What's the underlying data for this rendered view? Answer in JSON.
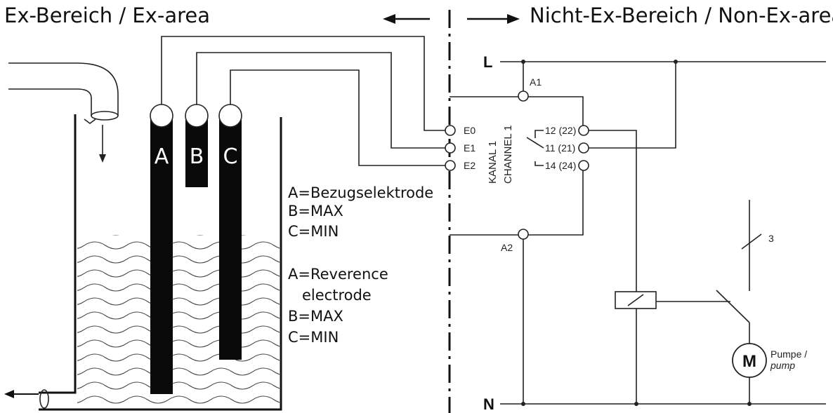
{
  "header": {
    "left_label": "Ex-Bereich / Ex-area",
    "right_label": "Nicht-Ex-Bereich / Non-Ex-area"
  },
  "electrodes": {
    "a": "A",
    "b": "B",
    "c": "C"
  },
  "legend_de": {
    "a": "A=Bezugselektrode",
    "b": "B=MAX",
    "c": "C=MIN"
  },
  "legend_en": {
    "a_line1": "A=Reverence",
    "a_line2": "electrode",
    "b": "B=MAX",
    "c": "C=MIN"
  },
  "bus": {
    "l": "L",
    "n": "N"
  },
  "terminals": {
    "e0": "E0",
    "e1": "E1",
    "e2": "E2",
    "a1": "A1",
    "a2": "A2",
    "t12": "12 (22)",
    "t11": "11 (21)",
    "t14": "14 (24)"
  },
  "channel": {
    "de": "KANAL 1",
    "en": "CHANNEL 1"
  },
  "supply": {
    "phases": "3"
  },
  "motor": {
    "symbol": "M",
    "label_de": "Pumpe /",
    "label_en": "pump"
  }
}
